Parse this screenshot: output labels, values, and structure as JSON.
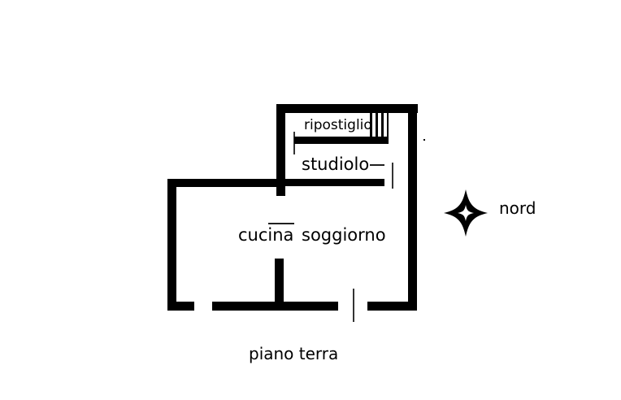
{
  "document": {
    "title": "piano terra",
    "caption": "piano terra",
    "background_color": "#ffffff",
    "wall_color": "#000000",
    "text_color": "#000000"
  },
  "floorplan": {
    "rooms": [
      {
        "id": "ripostiglio",
        "label": "ripostiglio"
      },
      {
        "id": "studiolo",
        "label": "studiolo"
      },
      {
        "id": "cucina",
        "label": "cucina"
      },
      {
        "id": "soggiorno",
        "label": "soggiorno"
      }
    ],
    "compass": {
      "label": "nord",
      "icon": "four-pointed-star-compass",
      "direction": "north"
    }
  },
  "chart_data": {
    "type": "diagram",
    "title": "piano terra",
    "subtitle": "",
    "diagram_kind": "architectural-floor-plan",
    "rooms": [
      "ripostiglio",
      "studiolo",
      "cucina",
      "soggiorno"
    ],
    "annotations": [
      "nord",
      "piano terra"
    ]
  }
}
